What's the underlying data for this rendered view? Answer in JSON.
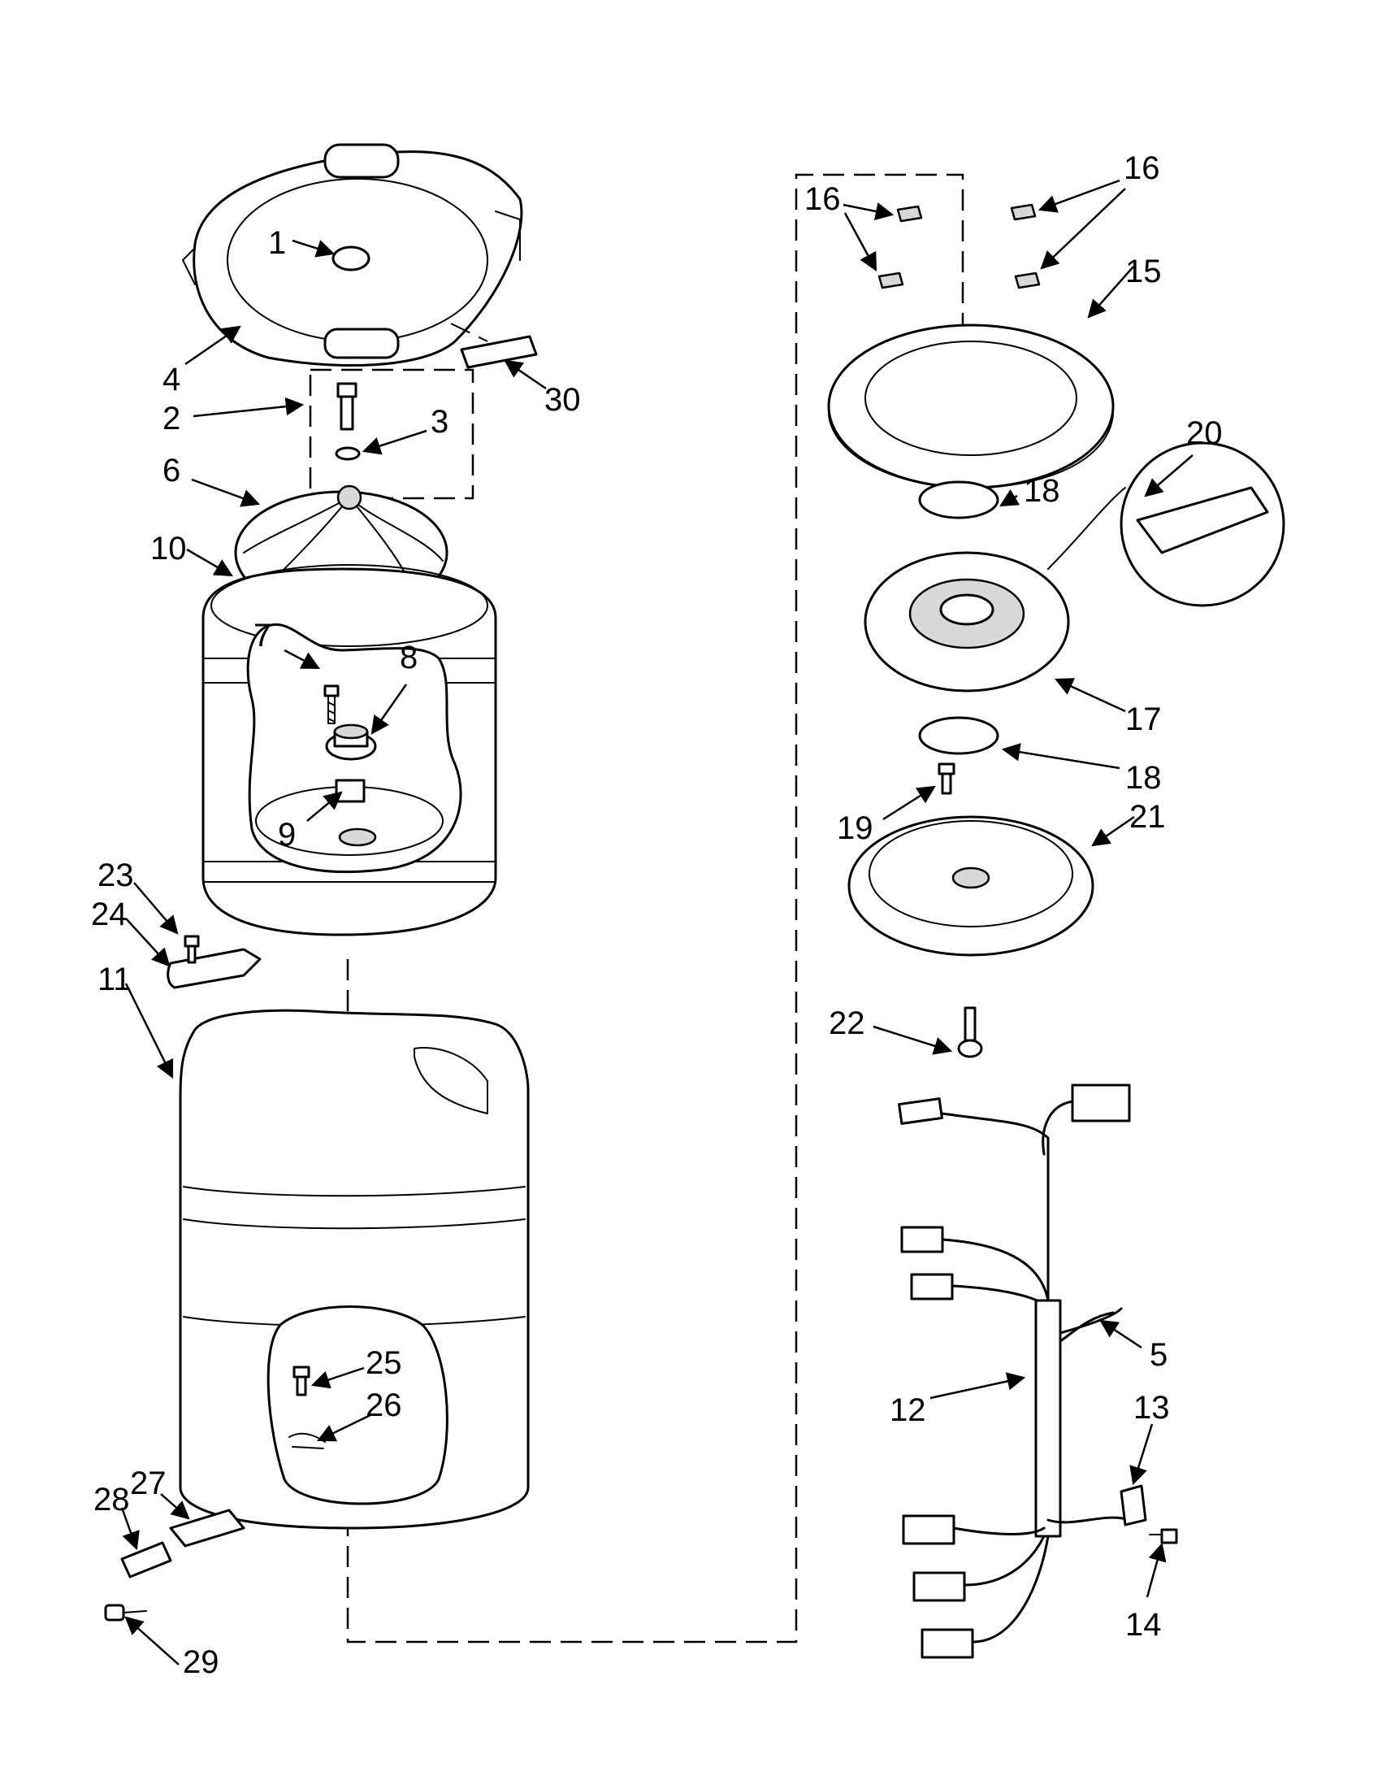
{
  "colors": {
    "ink": "#000000",
    "paper": "#ffffff",
    "shade": "#d8d8d8"
  },
  "callouts": [
    {
      "id": "1",
      "label": "1"
    },
    {
      "id": "2",
      "label": "2"
    },
    {
      "id": "3",
      "label": "3"
    },
    {
      "id": "4",
      "label": "4"
    },
    {
      "id": "5",
      "label": "5"
    },
    {
      "id": "6",
      "label": "6"
    },
    {
      "id": "7",
      "label": "7"
    },
    {
      "id": "8",
      "label": "8"
    },
    {
      "id": "9",
      "label": "9"
    },
    {
      "id": "10",
      "label": "10"
    },
    {
      "id": "11",
      "label": "11"
    },
    {
      "id": "12",
      "label": "12"
    },
    {
      "id": "13",
      "label": "13"
    },
    {
      "id": "14",
      "label": "14"
    },
    {
      "id": "15",
      "label": "15"
    },
    {
      "id": "16a",
      "label": "16"
    },
    {
      "id": "16b",
      "label": "16"
    },
    {
      "id": "17",
      "label": "17"
    },
    {
      "id": "18a",
      "label": "18"
    },
    {
      "id": "18b",
      "label": "18"
    },
    {
      "id": "19",
      "label": "19"
    },
    {
      "id": "20",
      "label": "20"
    },
    {
      "id": "21",
      "label": "21"
    },
    {
      "id": "22",
      "label": "22"
    },
    {
      "id": "23",
      "label": "23"
    },
    {
      "id": "24",
      "label": "24"
    },
    {
      "id": "25",
      "label": "25"
    },
    {
      "id": "26",
      "label": "26"
    },
    {
      "id": "27",
      "label": "27"
    },
    {
      "id": "28",
      "label": "28"
    },
    {
      "id": "29",
      "label": "29"
    },
    {
      "id": "30",
      "label": "30"
    }
  ]
}
